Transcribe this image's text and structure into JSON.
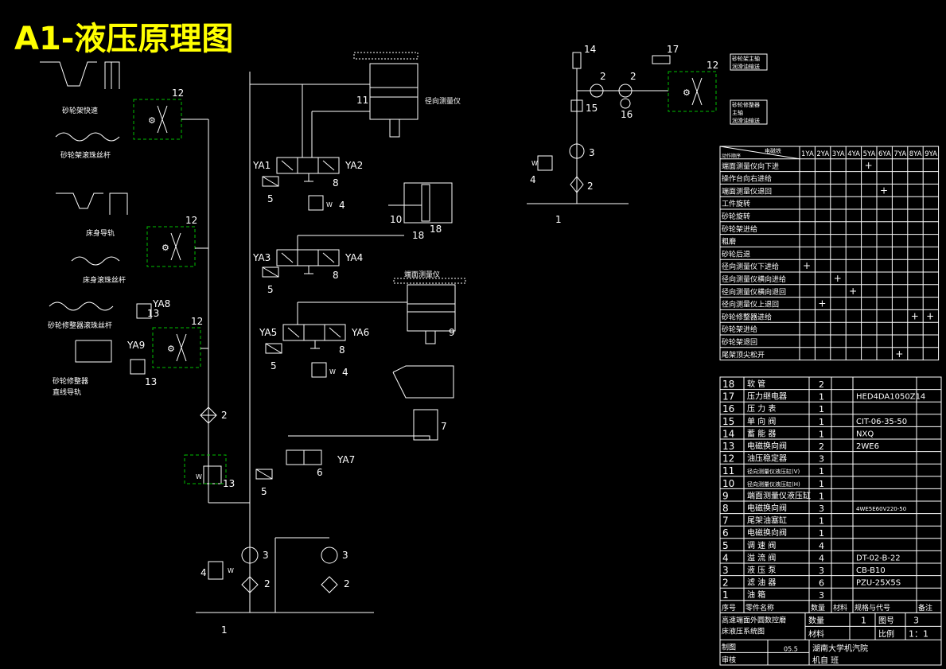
{
  "title": "A1-液压原理图",
  "machine_labels": {
    "wheel_frame_rapid": "砂轮架快速",
    "wheel_frame_screw": "砂轮架滚珠丝杆",
    "bed_guide": "床身导轨",
    "bed_screw": "床身滚珠丝杆",
    "dresser_screw": "砂轮修整器滚珠丝杆",
    "dresser_guide_1": "砂轮修整器",
    "dresser_guide_2": "直线导轨",
    "radial_gauge": "径向测量仪",
    "end_gauge": "端面测量仪",
    "wheel_spindle_1": "砂轮架主轴",
    "wheel_spindle_1b": "润滑油输送",
    "wheel_spindle_2": "砂轮修整器",
    "wheel_spindle_2b": "主轴",
    "wheel_spindle_2c": "润滑油输送"
  },
  "solenoids": [
    "YA1",
    "YA2",
    "YA3",
    "YA4",
    "YA5",
    "YA6",
    "YA7",
    "YA8",
    "YA9"
  ],
  "component_numbers": {
    "n1": "1",
    "n2": "2",
    "n3": "3",
    "n4": "4",
    "n5": "5",
    "n6": "6",
    "n7": "7",
    "n8": "8",
    "n9": "9",
    "n10": "10",
    "n11": "11",
    "n12": "12",
    "n13": "13",
    "n14": "14",
    "n15": "15",
    "n16": "16",
    "n17": "17",
    "n18": "18"
  },
  "spring_mark": "W",
  "action_table": {
    "corner_top": "电磁铁",
    "corner_bottom": "动作顺序",
    "columns": [
      "1YA",
      "2YA",
      "3YA",
      "4YA",
      "5YA",
      "6YA",
      "7YA",
      "8YA",
      "9YA"
    ],
    "mark": "+",
    "rows": [
      {
        "label": "端面测量仪向下进",
        "marks": [
          4
        ]
      },
      {
        "label": "操作台向右进给",
        "marks": []
      },
      {
        "label": "端面测量仪退回",
        "marks": [
          5
        ]
      },
      {
        "label": "工件旋转",
        "marks": []
      },
      {
        "label": "砂轮旋转",
        "marks": []
      },
      {
        "label": "砂轮架进给",
        "marks": []
      },
      {
        "label": "粗磨",
        "marks": []
      },
      {
        "label": "砂轮后退",
        "marks": []
      },
      {
        "label": "径向测量仪下进给",
        "marks": [
          0
        ]
      },
      {
        "label": "径向测量仪横向进给",
        "marks": [
          2
        ]
      },
      {
        "label": "径向测量仪横向退回",
        "marks": [
          3
        ]
      },
      {
        "label": "径向测量仪上退回",
        "marks": [
          1
        ]
      },
      {
        "label": "砂轮修整器进给",
        "marks": [
          7,
          8
        ]
      },
      {
        "label": "砂轮架进给",
        "marks": []
      },
      {
        "label": "砂轮架退回",
        "marks": []
      },
      {
        "label": "尾架顶尖松开",
        "marks": [
          6
        ]
      }
    ]
  },
  "parts_list": {
    "rows": [
      {
        "no": "18",
        "name": "软 管",
        "qty": "2",
        "spec": ""
      },
      {
        "no": "17",
        "name": "压力继电器",
        "qty": "1",
        "spec": "HED4DA1050Z14"
      },
      {
        "no": "16",
        "name": "压 力 表",
        "qty": "1",
        "spec": ""
      },
      {
        "no": "15",
        "name": "单 向 阀",
        "qty": "1",
        "spec": "CIT-06-35-50"
      },
      {
        "no": "14",
        "name": "蓄 能 器",
        "qty": "1",
        "spec": "NXQ"
      },
      {
        "no": "13",
        "name": "电磁换向阀",
        "qty": "2",
        "spec": "2WE6"
      },
      {
        "no": "12",
        "name": "油压稳定器",
        "qty": "3",
        "spec": ""
      },
      {
        "no": "11",
        "name": "径向测量仪液压缸(V)",
        "qty": "1",
        "spec": ""
      },
      {
        "no": "10",
        "name": "径向测量仪液压缸(H)",
        "qty": "1",
        "spec": ""
      },
      {
        "no": "9",
        "name": "端面测量仪液压缸",
        "qty": "1",
        "spec": ""
      },
      {
        "no": "8",
        "name": "电磁换向阀",
        "qty": "3",
        "spec": "4WE5E60V220-50"
      },
      {
        "no": "7",
        "name": "尾架油塞缸",
        "qty": "1",
        "spec": ""
      },
      {
        "no": "6",
        "name": "电磁换向阀",
        "qty": "1",
        "spec": ""
      },
      {
        "no": "5",
        "name": "调 速 阀",
        "qty": "4",
        "spec": ""
      },
      {
        "no": "4",
        "name": "溢 流 阀",
        "qty": "4",
        "spec": "DT-02-B-22"
      },
      {
        "no": "3",
        "name": "液 压 泵",
        "qty": "3",
        "spec": "CB-B10"
      },
      {
        "no": "2",
        "name": "滤 油 器",
        "qty": "6",
        "spec": "PZU-25X5S"
      },
      {
        "no": "1",
        "name": "油 箱",
        "qty": "3",
        "spec": ""
      }
    ],
    "header": {
      "no": "序号",
      "name": "零件名称",
      "qty": "数量",
      "mat": "材料",
      "spec": "规格与代号",
      "note": "备注"
    }
  },
  "title_block": {
    "name_1": "高速端面外圆数控磨",
    "name_2": "床液压系统图",
    "qty_label": "数量",
    "qty_value": "1",
    "fig_label": "图号",
    "fig_value": "3",
    "mat_label": "材料",
    "scale_label": "比例",
    "scale_value": "1：1",
    "drawn": "制图",
    "checked": "审核",
    "date": "05.5",
    "org_1": "湖南大学机汽院",
    "org_2": "机自   班"
  }
}
